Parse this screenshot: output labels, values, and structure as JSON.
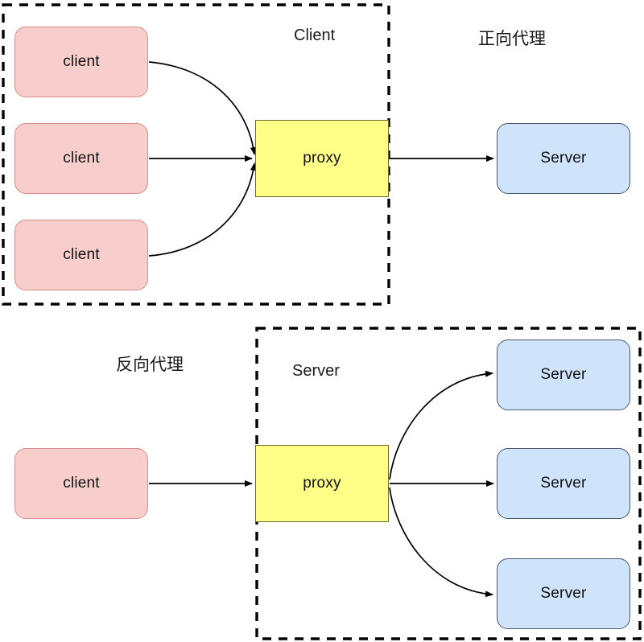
{
  "diagram": {
    "title_top_right": "正向代理",
    "title_bottom_left": "反向代理",
    "background_color": "#ffffff",
    "colors": {
      "client_fill": "#f8cecc",
      "client_stroke": "#d98d8d",
      "proxy_fill": "#ffff88",
      "proxy_stroke": "#6b6b2a",
      "server_fill": "#cfe3fa",
      "server_stroke": "#4a5a6e",
      "arrow_stroke": "#000000",
      "zone_stroke": "#000000"
    }
  },
  "forward_proxy": {
    "zone_label": "Client",
    "side_label": "正向代理",
    "clients": [
      {
        "label": "client"
      },
      {
        "label": "client"
      },
      {
        "label": "client"
      }
    ],
    "proxy": {
      "label": "proxy"
    },
    "servers": [
      {
        "label": "Server"
      }
    ]
  },
  "reverse_proxy": {
    "zone_label": "Server",
    "side_label": "反向代理",
    "clients": [
      {
        "label": "client"
      }
    ],
    "proxy": {
      "label": "proxy"
    },
    "servers": [
      {
        "label": "Server"
      },
      {
        "label": "Server"
      },
      {
        "label": "Server"
      }
    ]
  }
}
